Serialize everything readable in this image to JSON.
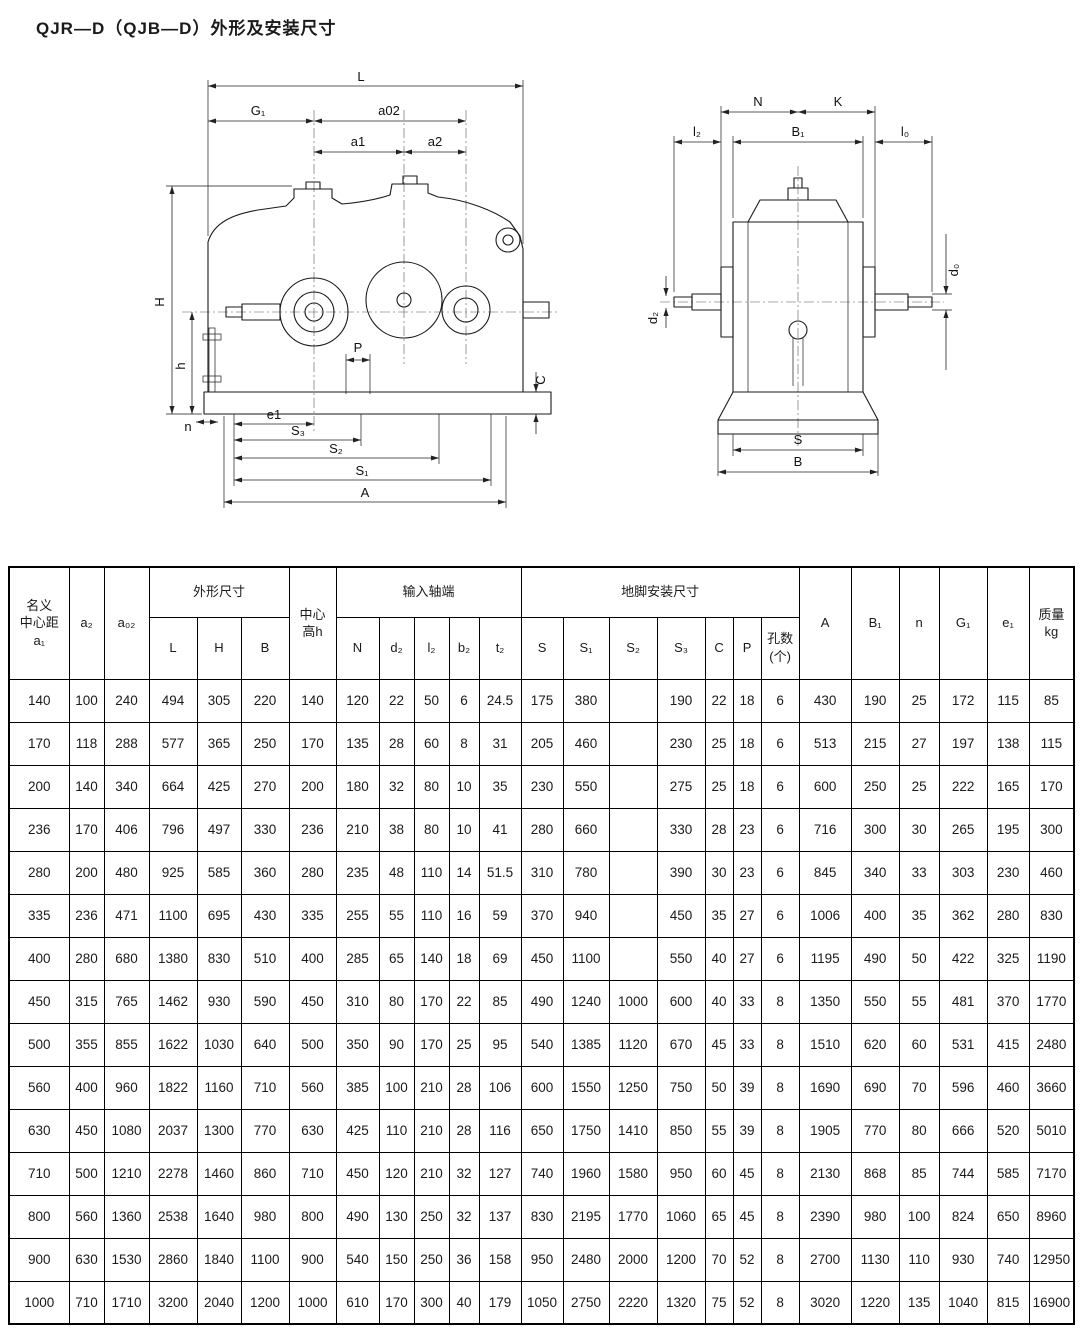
{
  "page": {
    "title": "QJR—D（QJB—D）外形及安装尺寸"
  },
  "drawing_left": {
    "labels": {
      "L": "L",
      "G1": "G₁",
      "a02": "a02",
      "a1": "a1",
      "a2": "a2",
      "H": "H",
      "h": "h",
      "n": "n",
      "P": "P",
      "C": "C",
      "e1": "e1",
      "S3": "S₃",
      "S2": "S₂",
      "S1": "S₁",
      "A": "A"
    }
  },
  "drawing_right": {
    "labels": {
      "N": "N",
      "K": "K",
      "l2": "l₂",
      "B1": "B₁",
      "l0": "l₀",
      "d2": "d₂",
      "d0": "d₀",
      "S": "S",
      "B": "B"
    }
  },
  "table": {
    "headers": {
      "a1": "名义\n中心距\na₁",
      "a2": "a₂",
      "a02": "a₀₂",
      "outline_group": "外形尺寸",
      "L": "L",
      "H": "H",
      "B": "B",
      "center_height": "中心\n高h",
      "input_group": "输入轴端",
      "N": "N",
      "d2": "d₂",
      "l2": "l₂",
      "b2": "b₂",
      "t2": "t₂",
      "foot_group": "地脚安装尺寸",
      "S": "S",
      "S1": "S₁",
      "S2": "S₂",
      "S3": "S₃",
      "C": "C",
      "P": "P",
      "holes": "孔数\n(个)",
      "A": "A",
      "B1": "B₁",
      "n": "n",
      "G1": "G₁",
      "e1": "e₁",
      "mass": "质量\nkg"
    },
    "rows": [
      [
        "140",
        "100",
        "240",
        "494",
        "305",
        "220",
        "140",
        "120",
        "22",
        "50",
        "6",
        "24.5",
        "175",
        "380",
        "",
        "190",
        "22",
        "18",
        "6",
        "430",
        "190",
        "25",
        "172",
        "115",
        "85"
      ],
      [
        "170",
        "118",
        "288",
        "577",
        "365",
        "250",
        "170",
        "135",
        "28",
        "60",
        "8",
        "31",
        "205",
        "460",
        "",
        "230",
        "25",
        "18",
        "6",
        "513",
        "215",
        "27",
        "197",
        "138",
        "115"
      ],
      [
        "200",
        "140",
        "340",
        "664",
        "425",
        "270",
        "200",
        "180",
        "32",
        "80",
        "10",
        "35",
        "230",
        "550",
        "",
        "275",
        "25",
        "18",
        "6",
        "600",
        "250",
        "25",
        "222",
        "165",
        "170"
      ],
      [
        "236",
        "170",
        "406",
        "796",
        "497",
        "330",
        "236",
        "210",
        "38",
        "80",
        "10",
        "41",
        "280",
        "660",
        "",
        "330",
        "28",
        "23",
        "6",
        "716",
        "300",
        "30",
        "265",
        "195",
        "300"
      ],
      [
        "280",
        "200",
        "480",
        "925",
        "585",
        "360",
        "280",
        "235",
        "48",
        "110",
        "14",
        "51.5",
        "310",
        "780",
        "",
        "390",
        "30",
        "23",
        "6",
        "845",
        "340",
        "33",
        "303",
        "230",
        "460"
      ],
      [
        "335",
        "236",
        "471",
        "1100",
        "695",
        "430",
        "335",
        "255",
        "55",
        "110",
        "16",
        "59",
        "370",
        "940",
        "",
        "450",
        "35",
        "27",
        "6",
        "1006",
        "400",
        "35",
        "362",
        "280",
        "830"
      ],
      [
        "400",
        "280",
        "680",
        "1380",
        "830",
        "510",
        "400",
        "285",
        "65",
        "140",
        "18",
        "69",
        "450",
        "1100",
        "",
        "550",
        "40",
        "27",
        "6",
        "1195",
        "490",
        "50",
        "422",
        "325",
        "1190"
      ],
      [
        "450",
        "315",
        "765",
        "1462",
        "930",
        "590",
        "450",
        "310",
        "80",
        "170",
        "22",
        "85",
        "490",
        "1240",
        "1000",
        "600",
        "40",
        "33",
        "8",
        "1350",
        "550",
        "55",
        "481",
        "370",
        "1770"
      ],
      [
        "500",
        "355",
        "855",
        "1622",
        "1030",
        "640",
        "500",
        "350",
        "90",
        "170",
        "25",
        "95",
        "540",
        "1385",
        "1120",
        "670",
        "45",
        "33",
        "8",
        "1510",
        "620",
        "60",
        "531",
        "415",
        "2480"
      ],
      [
        "560",
        "400",
        "960",
        "1822",
        "1160",
        "710",
        "560",
        "385",
        "100",
        "210",
        "28",
        "106",
        "600",
        "1550",
        "1250",
        "750",
        "50",
        "39",
        "8",
        "1690",
        "690",
        "70",
        "596",
        "460",
        "3660"
      ],
      [
        "630",
        "450",
        "1080",
        "2037",
        "1300",
        "770",
        "630",
        "425",
        "110",
        "210",
        "28",
        "116",
        "650",
        "1750",
        "1410",
        "850",
        "55",
        "39",
        "8",
        "1905",
        "770",
        "80",
        "666",
        "520",
        "5010"
      ],
      [
        "710",
        "500",
        "1210",
        "2278",
        "1460",
        "860",
        "710",
        "450",
        "120",
        "210",
        "32",
        "127",
        "740",
        "1960",
        "1580",
        "950",
        "60",
        "45",
        "8",
        "2130",
        "868",
        "85",
        "744",
        "585",
        "7170"
      ],
      [
        "800",
        "560",
        "1360",
        "2538",
        "1640",
        "980",
        "800",
        "490",
        "130",
        "250",
        "32",
        "137",
        "830",
        "2195",
        "1770",
        "1060",
        "65",
        "45",
        "8",
        "2390",
        "980",
        "100",
        "824",
        "650",
        "8960"
      ],
      [
        "900",
        "630",
        "1530",
        "2860",
        "1840",
        "1100",
        "900",
        "540",
        "150",
        "250",
        "36",
        "158",
        "950",
        "2480",
        "2000",
        "1200",
        "70",
        "52",
        "8",
        "2700",
        "1130",
        "110",
        "930",
        "740",
        "12950"
      ],
      [
        "1000",
        "710",
        "1710",
        "3200",
        "2040",
        "1200",
        "1000",
        "610",
        "170",
        "300",
        "40",
        "179",
        "1050",
        "2750",
        "2220",
        "1320",
        "75",
        "52",
        "8",
        "3020",
        "1220",
        "135",
        "1040",
        "815",
        "16900"
      ]
    ]
  }
}
